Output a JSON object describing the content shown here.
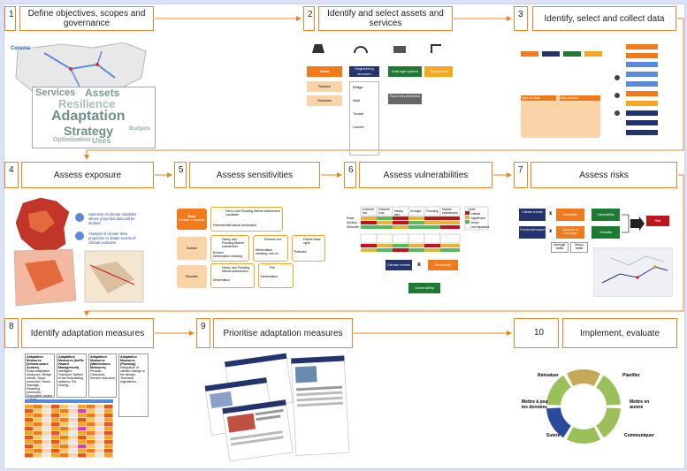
{
  "steps": [
    {
      "num": "1",
      "title": "Define objectives, scopes and governance"
    },
    {
      "num": "2",
      "title": "Identify and select assets and services"
    },
    {
      "num": "3",
      "title": "Identify, select and collect data"
    },
    {
      "num": "4",
      "title": "Assess exposure"
    },
    {
      "num": "5",
      "title": "Assess sensitivities"
    },
    {
      "num": "6",
      "title": "Assess vulnerabilities"
    },
    {
      "num": "7",
      "title": "Assess risks"
    },
    {
      "num": "8",
      "title": "Identify adaptation measures"
    },
    {
      "num": "9",
      "title": "Prioritise adaptation measures"
    },
    {
      "num": "10",
      "title": "Implement, evaluate"
    }
  ],
  "governance": {
    "logo": "Cerema",
    "words": [
      "Services",
      "Assets",
      "Resilience",
      "Adaptation",
      "Strategy",
      "Optimization",
      "Uses",
      "Budgets"
    ]
  },
  "assets": {
    "road": "Road",
    "surface": "Surface",
    "shoulder": "Shoulder",
    "engineering": "Engineering structure",
    "drainage": "Drainage system",
    "equipment": "Equipment",
    "bridge": "Bridge",
    "wall": "Wall",
    "tunnel": "Tunnel",
    "culvert": "Culvert",
    "rockfall": "Rock fall protection"
  },
  "data": {
    "type_of_data": "Type of data",
    "data_source": "Data source"
  },
  "exposure": {
    "box1": "Selection of climate variables whose projected data will be studied",
    "box2": "Analysis of climate data projection to obtain scores of climate evolution"
  },
  "sensitivity": {
    "road": "Road",
    "road_sub": "Surface + shoulder",
    "surface": "Surface",
    "shoulder": "Shoulder",
    "h1": "Hot to cold Flooding Marine submersion Landslide",
    "h1b": "Pavement/structural destruction",
    "h2": "Heavy rain Flooding Marine submersion",
    "h2b": "Erosion",
    "h2c": "Deformation cracking",
    "h3": "Extreme hot",
    "h3b": "Deformation cracking, loss of...",
    "h4": "Freeze-thaw cycle",
    "h4b": "Potholes",
    "h5": "Heavy rain Flooding Marine submersion",
    "h5b": "Deformation",
    "h6": "Fire",
    "h6b": "Deformation"
  },
  "vulnerability": {
    "headers": [
      "Extreme hot",
      "Extreme cold",
      "Heavy rain",
      "Drought",
      "Flooding",
      "Marine submersion"
    ],
    "rows": [
      "Road",
      "Surface",
      "Shoulder"
    ],
    "level_header": "Level",
    "levels": [
      "critical",
      "significant",
      "minor",
      "not impacted"
    ],
    "climate_events": "Climate events",
    "sensitivity": "Sensitivity",
    "vulnerability": "Vulnerability",
    "x": "x"
  },
  "risks": {
    "climate_events": "Climate events",
    "functional_impact": "Functional impact",
    "sensitivity": "Sensitivity",
    "dynamic_exchange": "Dynamic of exchange",
    "vulnerability": "Vulnerability",
    "criticality": "Criticality",
    "risk": "Risk",
    "avg_traffic": "Average traffic",
    "heavy_traffic": "Heavy traffic",
    "x": "x"
  },
  "measures": {
    "col1": "Adaptation Measures (Infrastructure Actions)",
    "col2": "Adaptation Measures (traffic Hazard Management)",
    "col3": "Adaptation Measures (Maintenance Measures)",
    "col4": "Adaptation Measures (Planning)",
    "c1_items": "Road adaptation measures, Bridge retrofit, Slope protection, Storm drainage, Retaining structures, Evacuation routes, Culvert",
    "c2_items": "Intelligent Transport System of the forecasting systems, Re-routing...",
    "c3_items": "Periodic Clearance, Service reduction",
    "c4_items": "Integration of climate change in the design; Technical regulations..."
  },
  "cycle": {
    "items": [
      "Réévaluer",
      "Planifier",
      "Mettre à jour les données",
      "Mettre en œuvre",
      "Suivre",
      "Communiquer"
    ]
  },
  "colors": {
    "accent": "#e8842a",
    "navy": "#23336e",
    "green": "#1e7a32",
    "red": "#c0141c",
    "orange_box": "#f6a623",
    "peach": "#fbd3a8"
  }
}
